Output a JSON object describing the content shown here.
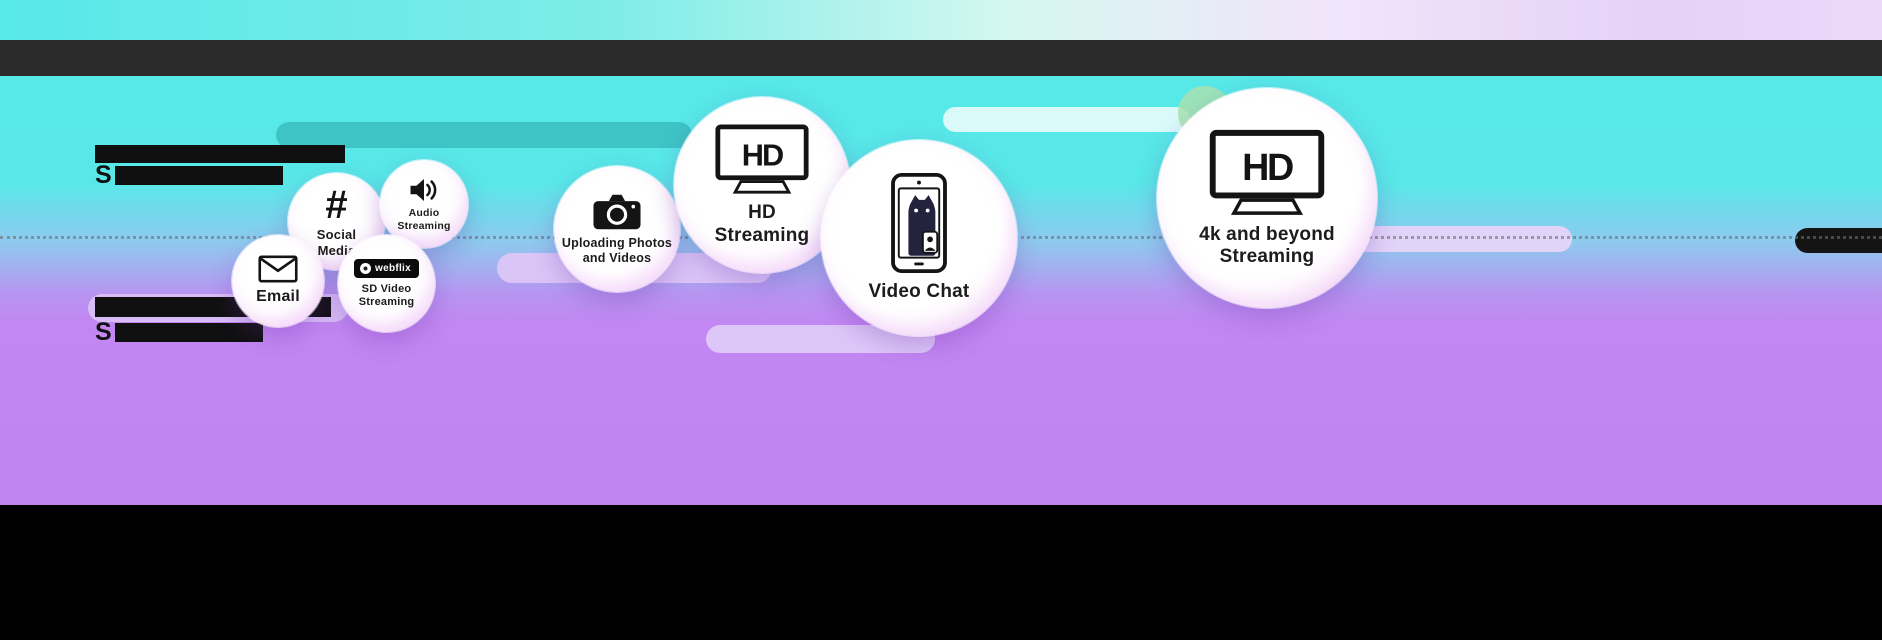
{
  "bubbles": [
    {
      "id": "email",
      "label": "Email"
    },
    {
      "id": "social-media",
      "label": "Social Media"
    },
    {
      "id": "audio-streaming",
      "label": "Audio Streaming"
    },
    {
      "id": "sd-video-streaming",
      "label": "SD Video Streaming",
      "logo_text": "webflix"
    },
    {
      "id": "uploading-photos",
      "label": "Uploading Photos and Videos"
    },
    {
      "id": "hd-streaming",
      "label": "HD Streaming",
      "icon_text": "HD"
    },
    {
      "id": "video-chat",
      "label": "Video Chat"
    },
    {
      "id": "4k-streaming",
      "label": "4k and beyond Streaming",
      "icon_text": "HD"
    }
  ],
  "icons": {
    "social_media_glyph": "#"
  },
  "headings": {
    "top": {
      "line1_redacted": true,
      "line2_prefix": "S"
    },
    "bottom": {
      "line1_redacted": true,
      "line2_prefix": "S"
    }
  },
  "colors": {
    "background_cyan": "#57E8E8",
    "background_purple": "#C287F2",
    "header_bar": "#2B2B2B",
    "footer_bar": "#000000",
    "redaction": "#101010"
  }
}
